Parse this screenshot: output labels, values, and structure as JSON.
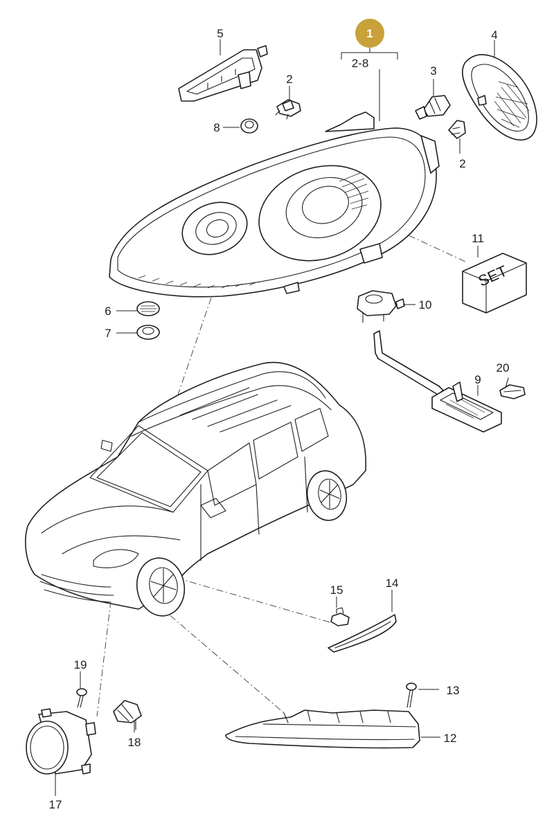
{
  "badge": {
    "label": "1",
    "color": "#c9a13a"
  },
  "range_label": "2-8",
  "set_label": "SET",
  "callouts": {
    "c2a": "2",
    "c2b": "2",
    "c3": "3",
    "c4": "4",
    "c5": "5",
    "c6": "6",
    "c7": "7",
    "c8": "8",
    "c9": "9",
    "c10": "10",
    "c11": "11",
    "c12": "12",
    "c13": "13",
    "c14": "14",
    "c15": "15",
    "c17": "17",
    "c18": "18",
    "c19": "19",
    "c20": "20"
  }
}
